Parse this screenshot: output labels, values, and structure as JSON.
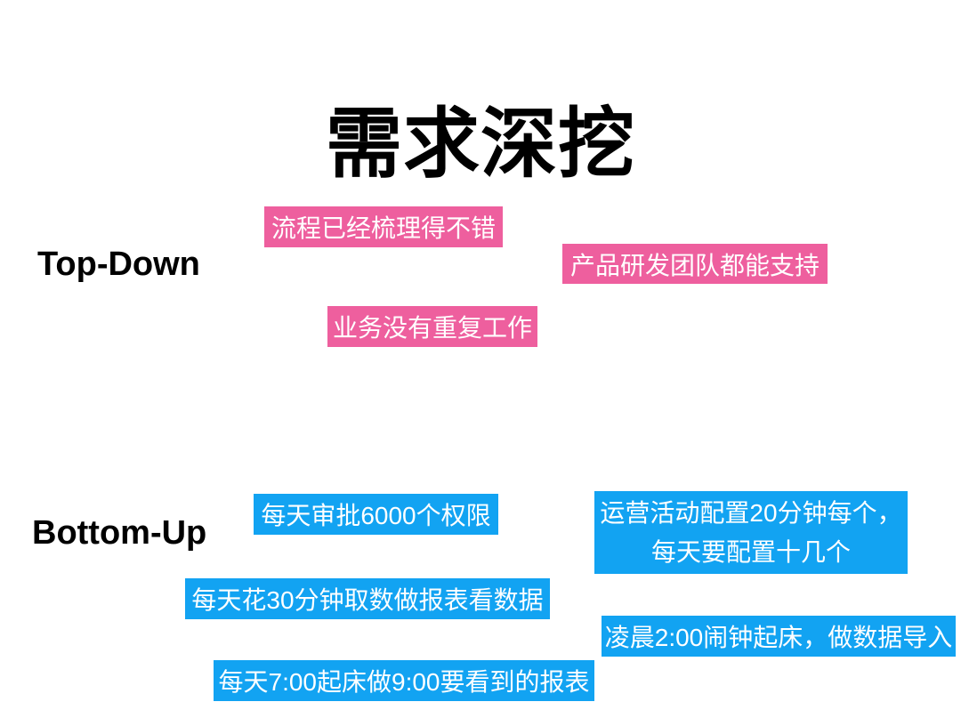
{
  "title": "需求深挖",
  "colors": {
    "background": "#FFFFFF",
    "pink_highlight": "#EE5F9E",
    "blue_highlight": "#12A3F2",
    "note_text": "#FFFFFF",
    "heading_text": "#000000"
  },
  "top_down": {
    "label": "Top-Down",
    "notes": [
      "流程已经梳理得不错",
      "产品研发团队都能支持",
      "业务没有重复工作"
    ]
  },
  "bottom_up": {
    "label": "Bottom-Up",
    "notes": [
      "每天审批6000个权限",
      {
        "line1": "运营活动配置20分钟每个，",
        "line2": "每天要配置十几个"
      },
      "每天花30分钟取数做报表看数据",
      "凌晨2:00闹钟起床，做数据导入",
      "每天7:00起床做9:00要看到的报表"
    ]
  }
}
